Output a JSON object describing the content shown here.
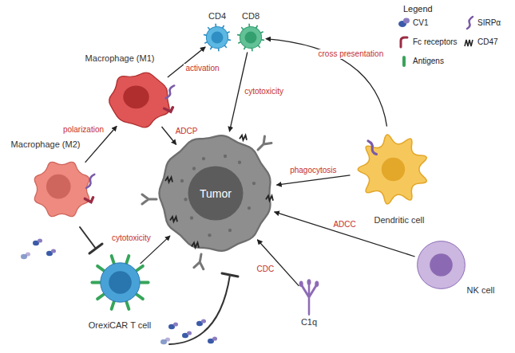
{
  "diagram": {
    "nodes": [
      {
        "text": [
          "CD4"
        ]
      },
      {
        "text": [
          "CD8"
        ]
      },
      {
        "text": [
          "Macrophage (M1)"
        ]
      },
      {
        "text": [
          "Macrophage (M2)"
        ]
      },
      {
        "text": [
          "Dendritic cell"
        ]
      },
      {
        "text": [
          "Tumor"
        ]
      },
      {
        "text": [
          "NK cell"
        ]
      },
      {
        "text": [
          "OrexiCAR T cell"
        ]
      },
      {
        "text": [
          "C1q"
        ]
      }
    ],
    "edges": [
      {
        "from": 2,
        "to": 0,
        "label": "activation",
        "arrow": "to"
      },
      {
        "from": 4,
        "to": 1,
        "label": "cross presentation",
        "arrow": "to"
      },
      {
        "from": 1,
        "to": 5,
        "label": "cytotoxicity",
        "arrow": "to"
      },
      {
        "from": 3,
        "to": 2,
        "label": "polarization",
        "arrow": "to"
      },
      {
        "from": 2,
        "to": 5,
        "label": "ADCP",
        "arrow": "to"
      },
      {
        "from": 4,
        "to": 5,
        "label": "phagocytosis",
        "arrow": "to"
      },
      {
        "from": 6,
        "to": 5,
        "label": "ADCC",
        "arrow": "to"
      },
      {
        "from": 8,
        "to": 5,
        "label": "CDC",
        "arrow": "to"
      },
      {
        "from": 7,
        "to": 5,
        "label": "cytotoxicity",
        "arrow": "to"
      }
    ],
    "labels": [
      "Legend"
    ],
    "legend": [
      {
        "text": "CV1"
      },
      {
        "text": "SIRPα"
      },
      {
        "text": "Fc receptors"
      },
      {
        "text": "CD47"
      },
      {
        "text": "Antigens"
      }
    ]
  }
}
